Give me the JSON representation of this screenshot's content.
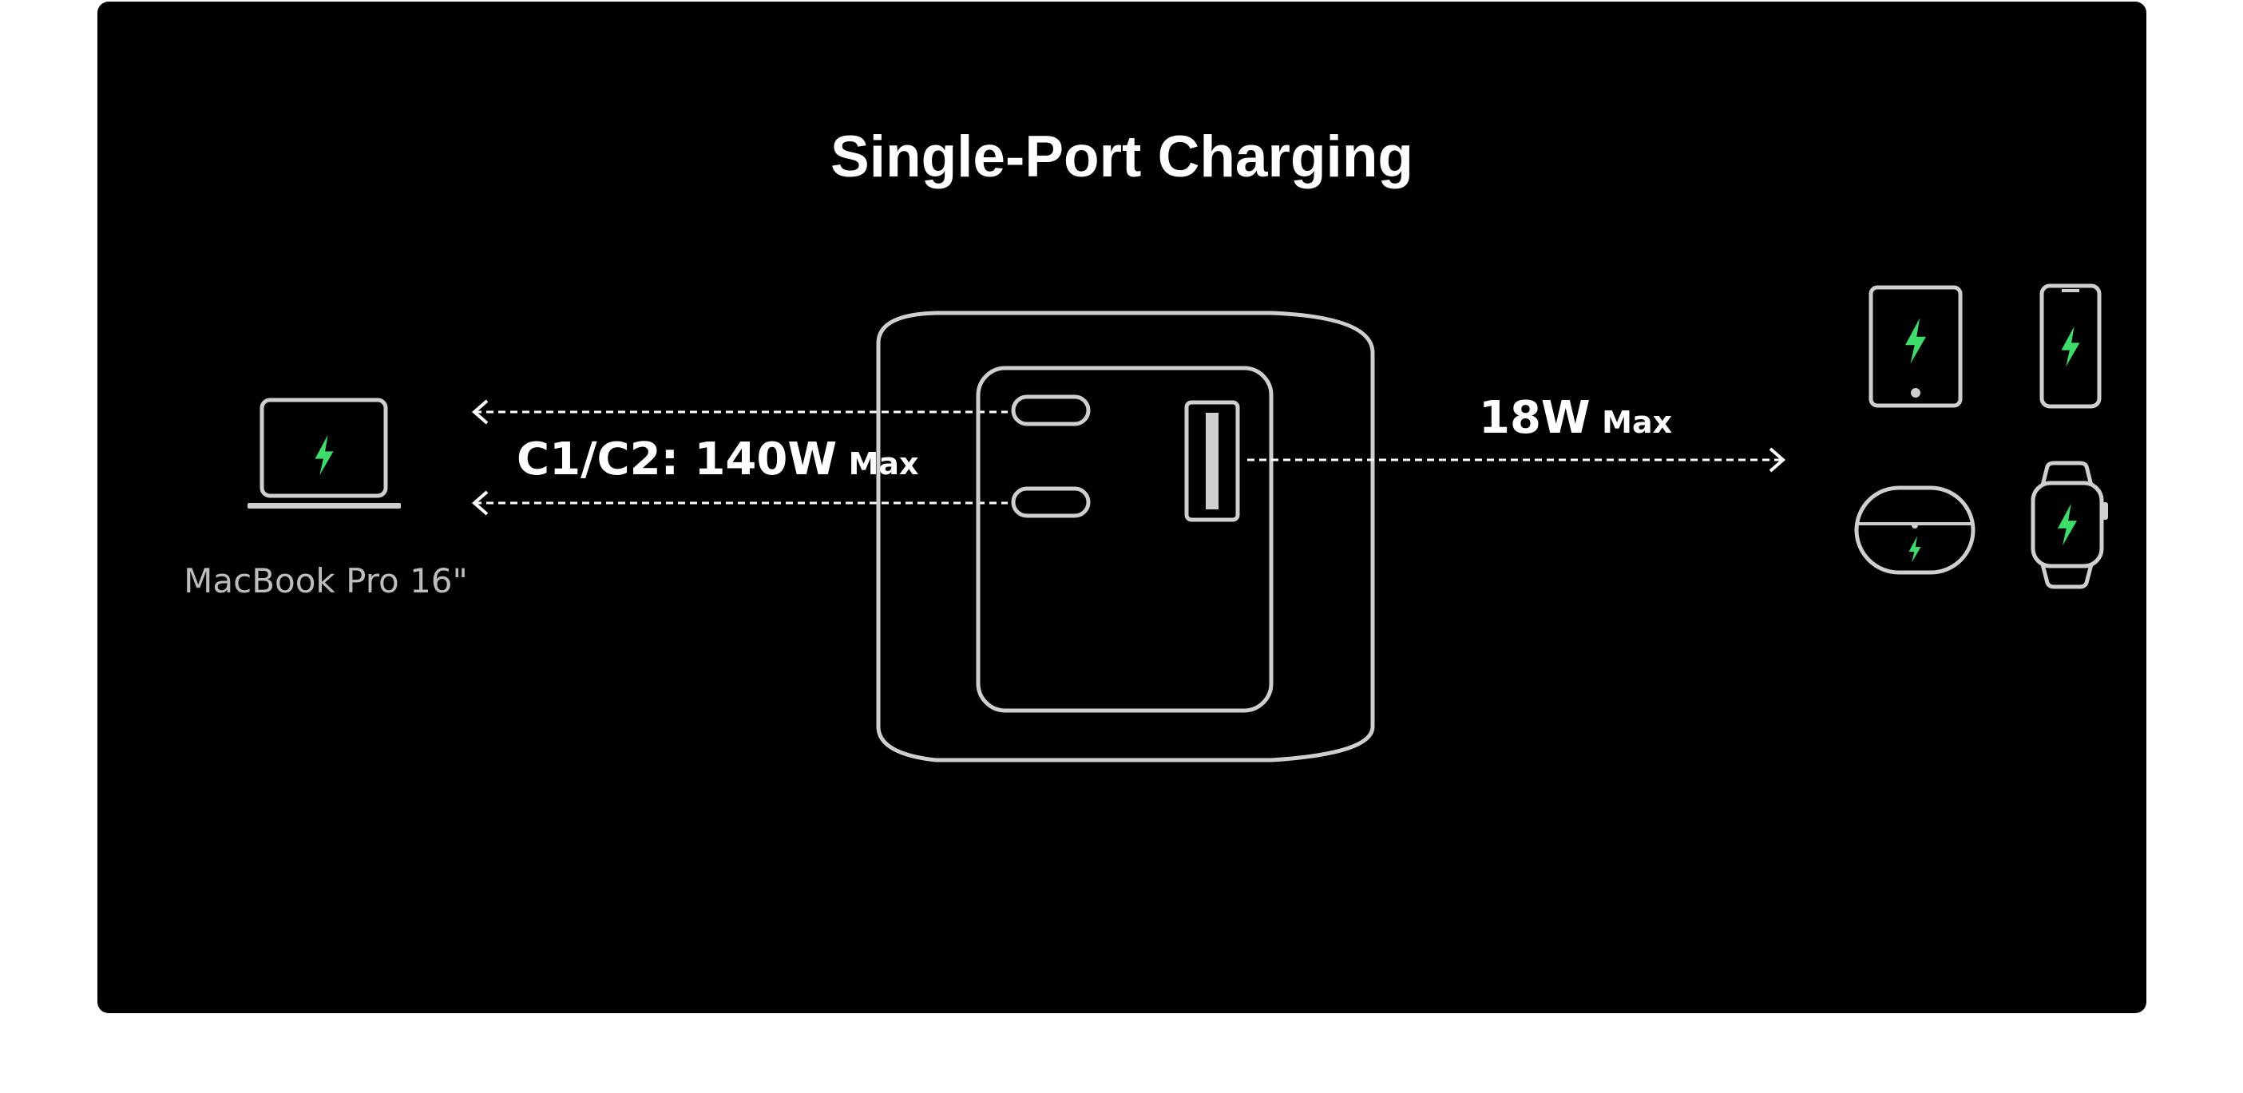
{
  "title": "Single-Port Charging",
  "left_device": {
    "label": "MacBook Pro 16\"",
    "icon": "laptop-icon"
  },
  "usb_c": {
    "label_main": "C1/C2: 140W",
    "label_suffix": "Max"
  },
  "usb_a": {
    "label_main": "18W",
    "label_suffix": "Max"
  },
  "right_devices": [
    "tablet-icon",
    "phone-icon",
    "earbuds-case-icon",
    "smartwatch-icon"
  ],
  "colors": {
    "background": "#000000",
    "outline": "#cfcfcf",
    "text": "#ffffff",
    "muted_text": "#bdbdbd",
    "bolt": "#3ddc6b"
  }
}
